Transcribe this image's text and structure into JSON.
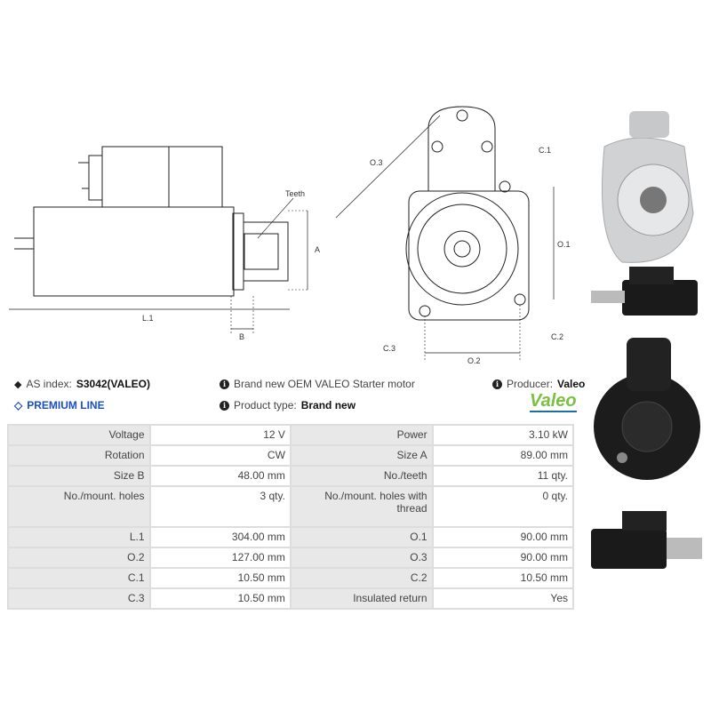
{
  "diagram_labels": {
    "teeth": "Teeth",
    "a": "A",
    "l1": "L.1",
    "b": "B",
    "o3": "O.3",
    "c1": "C.1",
    "o1": "O.1",
    "c3": "C.3",
    "c2": "C.2",
    "o2": "O.2"
  },
  "info": {
    "as_index_label": "AS index:",
    "as_index_value": "S3042(VALEO)",
    "premium": "PREMIUM LINE",
    "description": "Brand new OEM VALEO Starter motor",
    "product_type_label": "Product type:",
    "product_type_value": "Brand new",
    "producer_label": "Producer:",
    "producer_value": "Valeo",
    "brand_logo": "Valeo"
  },
  "colors": {
    "premium": "#1a4fc4",
    "valeo_green": "#7ac143",
    "valeo_blue": "#1f6f9e"
  },
  "specs": [
    [
      "Voltage",
      "12 V",
      "Power",
      "3.10 kW"
    ],
    [
      "Rotation",
      "CW",
      "Size A",
      "89.00 mm"
    ],
    [
      "Size B",
      "48.00 mm",
      "No./teeth",
      "11 qty."
    ],
    [
      "No./mount. holes",
      "3 qty.",
      "No./mount. holes with thread",
      "0 qty."
    ],
    [
      "L.1",
      "304.00 mm",
      "O.1",
      "90.00 mm"
    ],
    [
      "O.2",
      "127.00 mm",
      "O.3",
      "90.00 mm"
    ],
    [
      "C.1",
      "10.50 mm",
      "C.2",
      "10.50 mm"
    ],
    [
      "C.3",
      "10.50 mm",
      "Insulated return",
      "Yes"
    ]
  ]
}
